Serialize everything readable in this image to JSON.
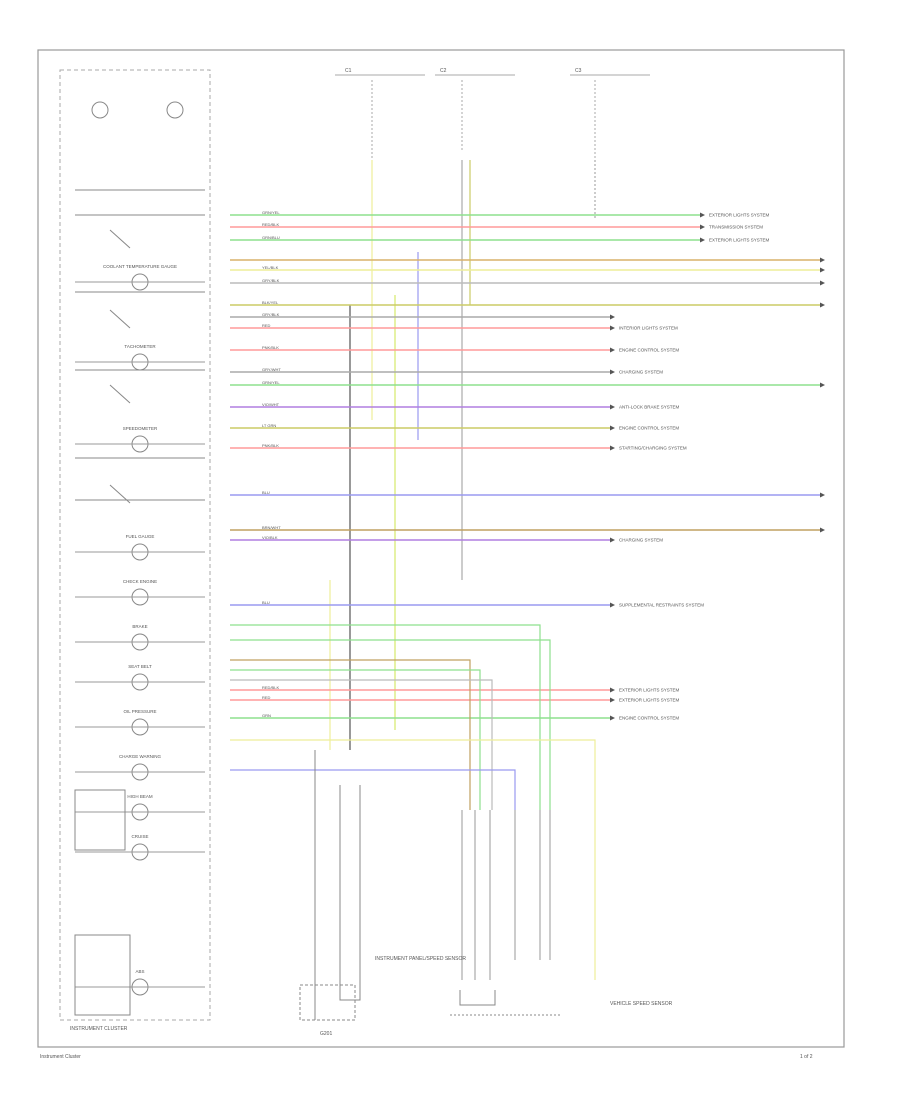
{
  "cluster": {
    "title": "INSTRUMENT CLUSTER",
    "left_labels": [
      "COOLANT TEMPERATURE GAUGE",
      "TACHOMETER",
      "SPEEDOMETER",
      "FUEL GAUGE",
      "CHECK ENGINE",
      "BRAKE",
      "SEAT BELT",
      "OIL PRESSURE",
      "CHARGE WARNING",
      "HIGH BEAM",
      "CRUISE",
      "ABS"
    ]
  },
  "connectors": [
    {
      "name": "C1"
    },
    {
      "name": "C2"
    },
    {
      "name": "C3"
    }
  ],
  "wires": [
    {
      "color": "#8ee08e",
      "label": "GRN/YEL",
      "dest": "EXTERIOR LIGHTS SYSTEM"
    },
    {
      "color": "#ff9a9a",
      "label": "RED/BLK",
      "dest": "TRANSMISSION SYSTEM"
    },
    {
      "color": "#8ee08e",
      "label": "GRN/BLU",
      "dest": "EXTERIOR LIGHTS SYSTEM"
    },
    {
      "color": "#d9b26a",
      "label": "",
      "dest": ""
    },
    {
      "color": "#eeee99",
      "label": "YEL/BLK",
      "dest": ""
    },
    {
      "color": "#bbbbbb",
      "label": "GRY/BLK",
      "dest": ""
    },
    {
      "color": "#cccc66",
      "label": "BLK/YEL",
      "dest": ""
    },
    {
      "color": "#aaaaaa",
      "label": "GRY/BLK",
      "dest": ""
    },
    {
      "color": "#ff9a9a",
      "label": "RED",
      "dest": "INTERIOR LIGHTS SYSTEM"
    },
    {
      "color": "#ff9a9a",
      "label": "PNK/BLK",
      "dest": "ENGINE CONTROL SYSTEM"
    },
    {
      "color": "#aaaaaa",
      "label": "GRY/WHT",
      "dest": "CHARGING SYSTEM"
    },
    {
      "color": "#8ee08e",
      "label": "GRN/YEL",
      "dest": ""
    },
    {
      "color": "#b07fe0",
      "label": "VIO/WHT",
      "dest": "ANTI-LOCK BRAKE SYSTEM"
    },
    {
      "color": "#cccc66",
      "label": "LT GRN",
      "dest": "ENGINE CONTROL SYSTEM"
    },
    {
      "color": "#ff9a9a",
      "label": "PNK/BLK",
      "dest": "STARTING/CHARGING SYSTEM"
    },
    {
      "color": "#9a9af0",
      "label": "BLU",
      "dest": ""
    },
    {
      "color": "#c0a060",
      "label": "BRN/WHT",
      "dest": ""
    },
    {
      "color": "#b07fe0",
      "label": "VIO/BLK",
      "dest": "CHARGING SYSTEM"
    },
    {
      "color": "#9a9af0",
      "label": "BLU",
      "dest": "SUPPLEMENTAL RESTRAINTS SYSTEM"
    },
    {
      "color": "#ff9a9a",
      "label": "RED/BLK",
      "dest": "EXTERIOR LIGHTS SYSTEM"
    },
    {
      "color": "#ff9a9a",
      "label": "RED",
      "dest": "EXTERIOR LIGHTS SYSTEM"
    },
    {
      "color": "#8ee08e",
      "label": "GRN",
      "dest": "ENGINE CONTROL SYSTEM"
    }
  ],
  "bottom_labels": {
    "module": "INSTRUMENT PANEL/SPEED SENSOR",
    "ground": "G201",
    "sensor": "VEHICLE SPEED SENSOR",
    "footer": "Instrument Cluster",
    "page": "1 of 2"
  }
}
